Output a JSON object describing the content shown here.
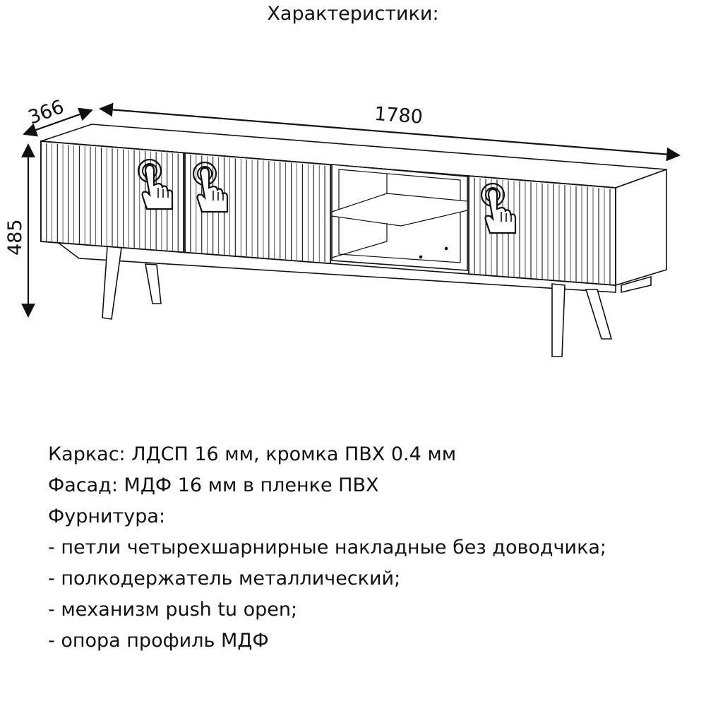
{
  "title": "Характеристики:",
  "dimensions": {
    "depth": "366",
    "width": "1780",
    "height": "485"
  },
  "icons": [
    "push-to-open-hand-icon",
    "push-to-open-hand-icon",
    "push-to-open-hand-icon"
  ],
  "specs": [
    "Каркас: ЛДСП 16 мм, кромка ПВХ 0.4 мм",
    "Фасад: МДФ 16 мм в пленке ПВХ",
    "Фурнитура:",
    "- петли четырехшарнирные накладные без доводчика;",
    "- полкодержатель металлический;",
    "- механизм push tu open;",
    "- опора профиль МДФ"
  ]
}
